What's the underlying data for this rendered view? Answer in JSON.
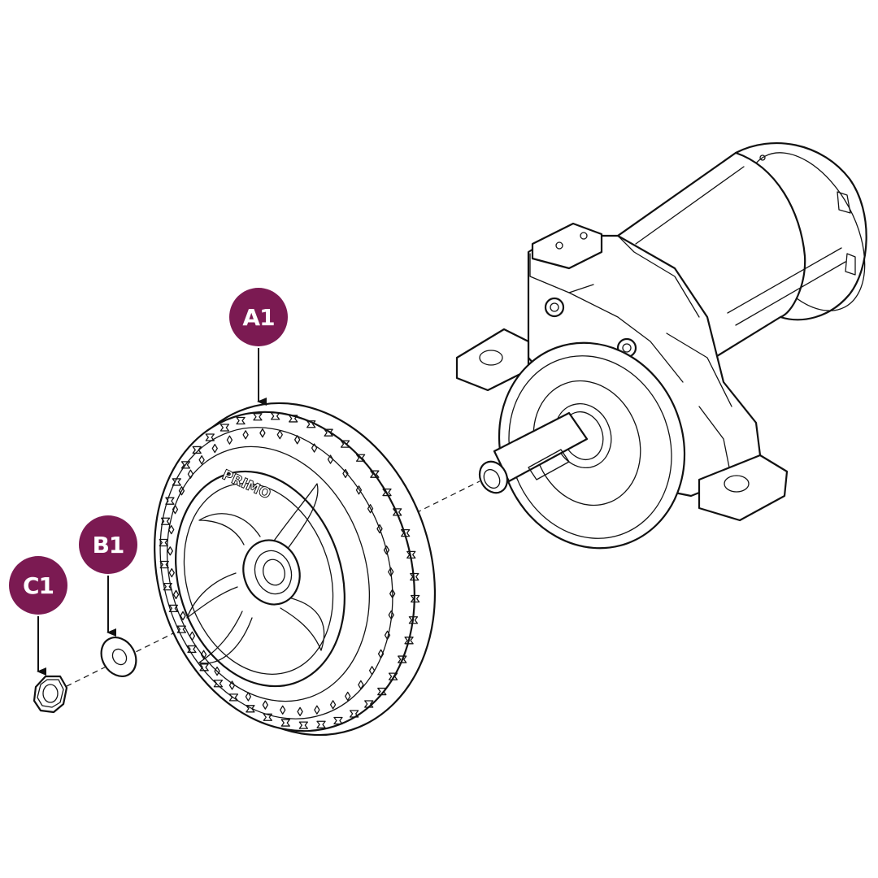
{
  "callouts": [
    {
      "id": "a1",
      "label": "A1"
    },
    {
      "id": "b1",
      "label": "B1"
    },
    {
      "id": "c1",
      "label": "C1"
    }
  ],
  "tire_brand": "PRIMO",
  "colors": {
    "callout_fill": "#7b1a52",
    "line": "#111111",
    "background": "#ffffff"
  }
}
